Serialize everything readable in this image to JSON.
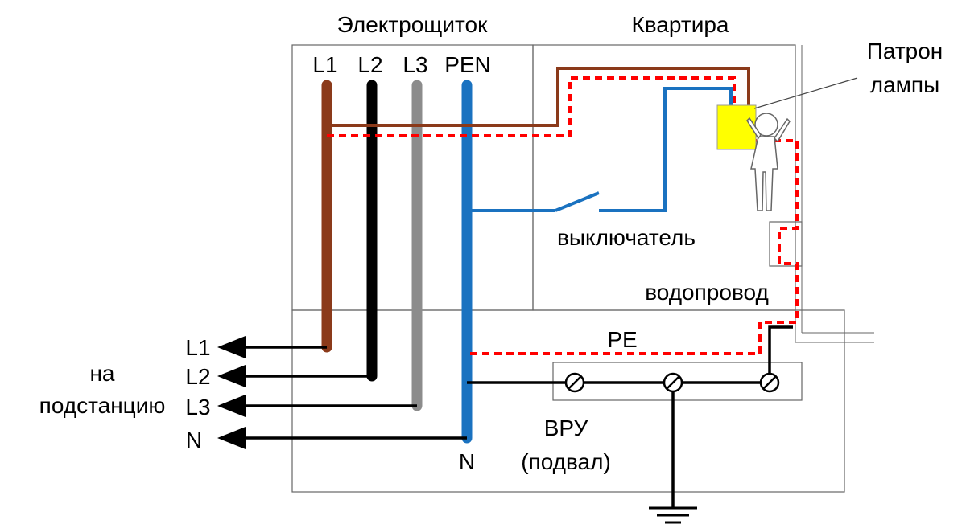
{
  "header": {
    "panel_title": "Электрощиток",
    "apartment_title": "Квартира"
  },
  "panel": {
    "conductors": [
      "L1",
      "L2",
      "L3",
      "PEN"
    ]
  },
  "lamp": {
    "label_line1": "Патрон",
    "label_line2": "лампы"
  },
  "switch": {
    "label": "выключатель"
  },
  "water_pipe": {
    "label": "водопровод"
  },
  "pe_label": "PE",
  "substation": {
    "label_line1": "на",
    "label_line2": "подстанцию",
    "outputs": [
      "L1",
      "L2",
      "L3",
      "N"
    ]
  },
  "vru": {
    "label_line1": "ВРУ",
    "label_line2": "(подвал)",
    "neutral_label": "N"
  },
  "colors": {
    "l1": "#8b3a1a",
    "l2": "#000000",
    "l3": "#8c8c8c",
    "pen": "#1a72c0",
    "fault_path": "#ff0000",
    "lamp_socket": "#ffff00"
  }
}
